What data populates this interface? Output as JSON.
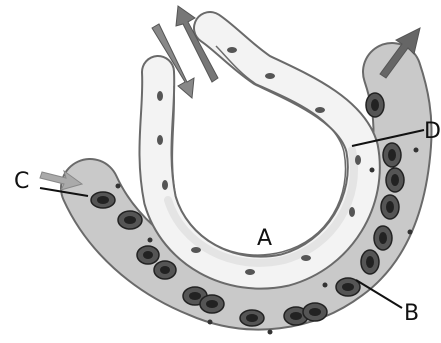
{
  "labels": {
    "a": "A",
    "b": "B",
    "c": "C",
    "d": "D"
  },
  "colors": {
    "background": "#ffffff",
    "alveolus_wall": "#f3f3f3",
    "alveolus_lining": "#e4e4e4",
    "capillary_wall": "#c9c9c9",
    "red_blood_cell": "#555555",
    "cell_nucleus": "#222222",
    "outline": "#6a6a6a",
    "arrow_dark": "#666666",
    "arrow_light": "#aaaaaa",
    "label_text": "#111111"
  }
}
